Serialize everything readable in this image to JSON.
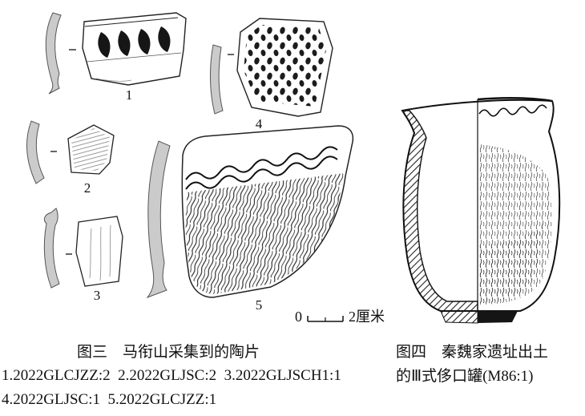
{
  "page": {
    "background": "#ffffff",
    "ink": "#1a1a1a",
    "profile_fill": "#cbcbcb"
  },
  "figure3": {
    "caption": "图三　马衔山采集到的陶片",
    "items": [
      {
        "label": "1"
      },
      {
        "label": "2"
      },
      {
        "label": "3"
      },
      {
        "label": "4"
      },
      {
        "label": "5"
      }
    ],
    "catalog_lines": [
      "1.2022GLCJZZ:2  2.2022GLJSC:2  3.2022GLJSCH1:1",
      "4.2022GLJSC:1  5.2022GLCJZZ:1"
    ],
    "scale_bar": {
      "zero_label": "0",
      "length_label": "2厘米"
    }
  },
  "figure4": {
    "caption_lines": [
      "图四　秦魏家遗址出土",
      "的Ⅲ式侈口罐(M86:1)"
    ]
  }
}
